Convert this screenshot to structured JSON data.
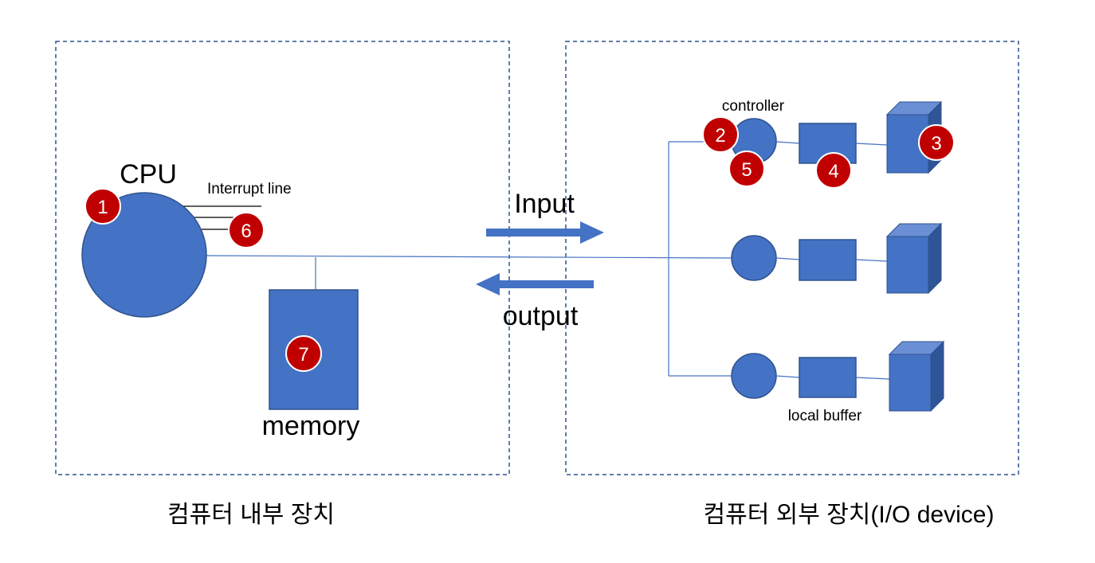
{
  "labels": {
    "cpu": "CPU",
    "interrupt_line": "Interrupt line",
    "memory": "memory",
    "input": "Input",
    "output": "output",
    "controller": "controller",
    "local_buffer": "local buffer",
    "internal_caption": "컴퓨터 내부 장치",
    "external_caption": "컴퓨터 외부 장치(I/O device)"
  },
  "badges": {
    "b1": "1",
    "b2": "2",
    "b3": "3",
    "b4": "4",
    "b5": "5",
    "b6": "6",
    "b7": "7"
  },
  "colors": {
    "shape_fill": "#4472C4",
    "shape_stroke": "#2F528F",
    "cube_top": "#6A8FD4",
    "cube_side": "#2E5597",
    "line": "#4472C4",
    "badge": "#C00000",
    "dashed_border": "#2F528F"
  }
}
